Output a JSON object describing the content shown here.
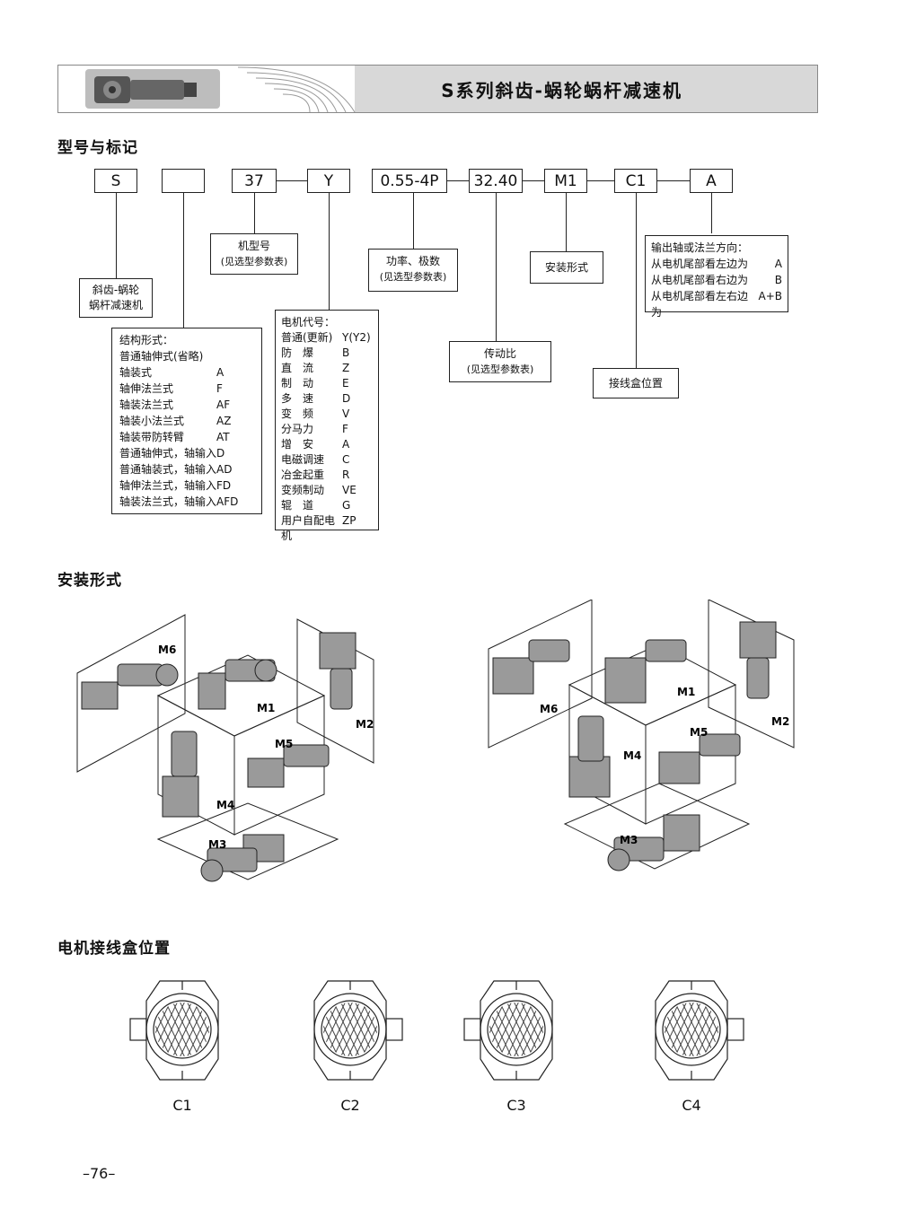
{
  "header": {
    "title": "S系列斜齿-蜗轮蜗杆减速机"
  },
  "sections": {
    "model_title": "型号与标记",
    "mounting_title": "安装形式",
    "terminal_title": "电机接线盒位置"
  },
  "code": {
    "boxes": [
      "S",
      "",
      "37",
      "Y",
      "0.55-4P",
      "32.40",
      "M1",
      "C1",
      "A"
    ]
  },
  "labels": {
    "type_name": [
      "斜齿-蜗轮",
      "蜗杆减速机"
    ],
    "frame_size": [
      "机型号",
      "(见选型参数表)"
    ],
    "power_poles": [
      "功率、极数",
      "(见选型参数表)"
    ],
    "mounting": "安装形式",
    "ratio": [
      "传动比",
      "(见选型参数表)"
    ],
    "terminal_box": "接线盒位置",
    "output_direction": {
      "title": "输出轴或法兰方向：",
      "rows": [
        {
          "text": "从电机尾部看左边为",
          "code": "A"
        },
        {
          "text": "从电机尾部看右边为",
          "code": "B"
        },
        {
          "text": "从电机尾部看左右边为",
          "code": "A+B"
        }
      ]
    }
  },
  "structure": {
    "title": "结构形式：",
    "rows": [
      {
        "text": "普通轴伸式(省略)",
        "code": ""
      },
      {
        "text": "轴装式",
        "code": "A"
      },
      {
        "text": "轴伸法兰式",
        "code": "F"
      },
      {
        "text": "轴装法兰式",
        "code": "AF"
      },
      {
        "text": "轴装小法兰式",
        "code": "AZ"
      },
      {
        "text": "轴装带防转臂",
        "code": "AT"
      },
      {
        "text": "普通轴伸式，轴输入",
        "code": "D"
      },
      {
        "text": "普通轴装式，轴输入",
        "code": "AD"
      },
      {
        "text": "轴伸法兰式，轴输入",
        "code": "FD"
      },
      {
        "text": "轴装法兰式，轴输入",
        "code": "AFD"
      }
    ]
  },
  "motor": {
    "title": "电机代号：",
    "rows": [
      {
        "text": "普通(更新)",
        "code": "Y(Y2)"
      },
      {
        "text": "防　爆",
        "code": "B"
      },
      {
        "text": "直　流",
        "code": "Z"
      },
      {
        "text": "制　动",
        "code": "E"
      },
      {
        "text": "多　速",
        "code": "D"
      },
      {
        "text": "变　频",
        "code": "V"
      },
      {
        "text": "分马力",
        "code": "F"
      },
      {
        "text": "增　安",
        "code": "A"
      },
      {
        "text": "电磁调速",
        "code": "C"
      },
      {
        "text": "冶金起重",
        "code": "R"
      },
      {
        "text": "变频制动",
        "code": "VE"
      },
      {
        "text": "辊　道",
        "code": "G"
      },
      {
        "text": "用户自配电机",
        "code": "ZP"
      }
    ]
  },
  "mounting_positions": {
    "left": [
      "M6",
      "M1",
      "M2",
      "M5",
      "M4",
      "M3"
    ],
    "right": [
      "M6",
      "M1",
      "M2",
      "M5",
      "M4",
      "M3"
    ]
  },
  "terminal_positions": [
    "C1",
    "C2",
    "C3",
    "C4"
  ],
  "page_number": "–76–"
}
